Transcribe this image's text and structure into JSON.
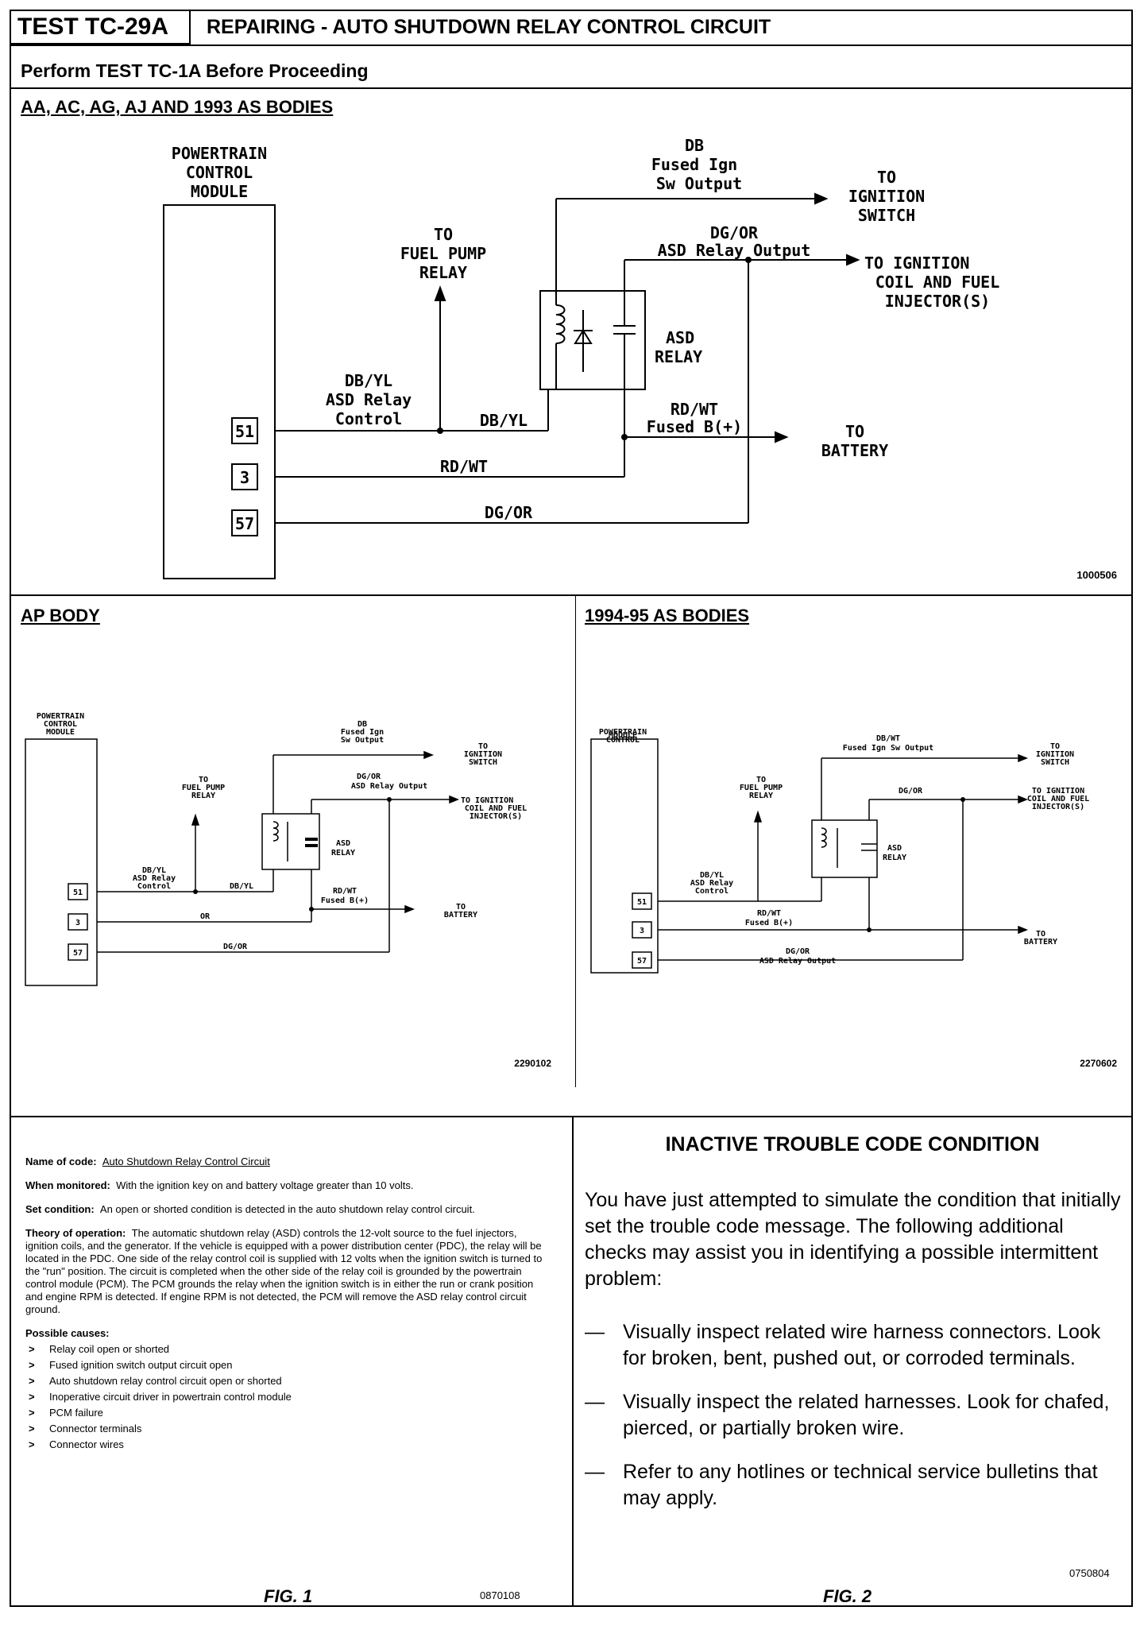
{
  "header": {
    "test_id": "TEST TC-29A",
    "title": "REPAIRING - AUTO SHUTDOWN RELAY CONTROL CIRCUIT",
    "subtitle": "Perform TEST TC-1A Before Proceeding"
  },
  "diagram_main": {
    "heading": "AA, AC, AG, AJ AND 1993 AS BODIES",
    "pcm_label": [
      "POWERTRAIN",
      "CONTROL",
      "MODULE"
    ],
    "pins": [
      "51",
      "3",
      "57"
    ],
    "fuel_pump": [
      "TO",
      "FUEL PUMP",
      "RELAY"
    ],
    "db_label": [
      "DB",
      "Fused Ign",
      "Sw Output"
    ],
    "to_ignition": [
      "TO",
      "IGNITION",
      "SWITCH"
    ],
    "dgor_label": [
      "DG/OR",
      "ASD Relay Output"
    ],
    "to_coil": [
      "TO IGNITION",
      "COIL AND FUEL",
      "INJECTOR(S)"
    ],
    "asd_relay": [
      "ASD",
      "RELAY"
    ],
    "dbyl_label": [
      "DB/YL",
      "ASD Relay",
      "Control"
    ],
    "dbyl_wire": "DB/YL",
    "rdwt_label": [
      "RD/WT",
      "Fused B(+)"
    ],
    "to_battery": [
      "TO",
      "BATTERY"
    ],
    "rdwt_wire": "RD/WT",
    "dgor_wire": "DG/OR",
    "fig_code": "1000506"
  },
  "diagram_ap": {
    "heading": "AP BODY",
    "pcm_label": [
      "POWERTRAIN",
      "CONTROL",
      "MODULE"
    ],
    "pins": [
      "51",
      "3",
      "57"
    ],
    "db_label": [
      "DB",
      "Fused Ign",
      "Sw Output"
    ],
    "to_ignition": [
      "TO",
      "IGNITION",
      "SWITCH"
    ],
    "fuel_pump": [
      "TO",
      "FUEL PUMP",
      "RELAY"
    ],
    "dgor_label": [
      "DG/OR",
      "ASD Relay Output"
    ],
    "to_coil": [
      "TO IGNITION",
      "COIL AND FUEL",
      "INJECTOR(S)"
    ],
    "asd_relay": [
      "ASD",
      "RELAY"
    ],
    "dbyl_label": [
      "DB/YL",
      "ASD Relay",
      "Control"
    ],
    "dbyl_wire": "DB/YL",
    "rdwt_label": [
      "RD/WT",
      "Fused B(+)"
    ],
    "to_battery": [
      "TO",
      "BATTERY"
    ],
    "or_wire": "OR",
    "dgor_wire": "DG/OR",
    "fig_code": "2290102"
  },
  "diagram_as": {
    "heading": "1994-95 AS BODIES",
    "pcm_label": [
      "POWERTRAIN",
      "CONTROL",
      "MODULE"
    ],
    "pins": [
      "51",
      "3",
      "57"
    ],
    "dbwt_label": [
      "DB/WT",
      "Fused Ign Sw Output"
    ],
    "to_ignition": [
      "TO",
      "IGNITION",
      "SWITCH"
    ],
    "fuel_pump": [
      "TO",
      "FUEL PUMP",
      "RELAY"
    ],
    "dgor_top": "DG/OR",
    "to_coil": [
      "TO IGNITION",
      "COIL AND FUEL",
      "INJECTOR(S)"
    ],
    "asd_relay": [
      "ASD",
      "RELAY"
    ],
    "dbyl_label": [
      "DB/YL",
      "ASD Relay",
      "Control"
    ],
    "rdwt_label": [
      "RD/WT",
      "Fused B(+)"
    ],
    "to_battery": [
      "TO",
      "BATTERY"
    ],
    "dgor_label": [
      "DG/OR",
      "ASD Relay Output"
    ],
    "fig_code": "2270602"
  },
  "fig1": {
    "name_label": "Name of code:",
    "name_value": "Auto Shutdown Relay Control Circuit",
    "monitored_label": "When monitored:",
    "monitored_value": "With the ignition key on and battery voltage greater than 10 volts.",
    "set_label": "Set condition:",
    "set_value": "An open or shorted condition is detected in the auto shutdown relay control circuit.",
    "theory_label": "Theory of operation:",
    "theory_value": "The automatic shutdown relay (ASD) controls the 12-volt source to the fuel injectors, ignition coils, and the generator. If the vehicle is equipped with a power distribution center (PDC), the relay will be located in the PDC. One side of the relay control coil is supplied with 12 volts when the ignition switch is turned to the \"run\" position. The circuit is completed when the other side of the relay coil is grounded by the powertrain control module (PCM). The PCM grounds the relay when the ignition switch is in either the run or crank position and engine RPM is detected. If engine RPM is not detected, the PCM will remove the ASD relay control circuit ground.",
    "causes_label": "Possible causes:",
    "causes": [
      "Relay coil open or shorted",
      "Fused ignition switch output circuit open",
      "Auto shutdown relay control circuit open or shorted",
      "Inoperative circuit driver in powertrain control module",
      "PCM failure",
      "Connector terminals",
      "Connector wires"
    ],
    "code": "0870108",
    "label": "FIG. 1"
  },
  "fig2": {
    "heading": "INACTIVE TROUBLE CODE CONDITION",
    "intro": "You have just attempted to simulate the condition that initially set the trouble code message. The following additional checks may assist you in identifying a possible intermittent problem:",
    "checks": [
      "Visually inspect related wire harness connectors. Look for broken, bent, pushed out, or corroded terminals.",
      "Visually inspect the related harnesses. Look for chafed, pierced, or partially broken wire.",
      "Refer to any hotlines or technical service bulletins that may apply."
    ],
    "code": "0750804",
    "label": "FIG. 2"
  }
}
